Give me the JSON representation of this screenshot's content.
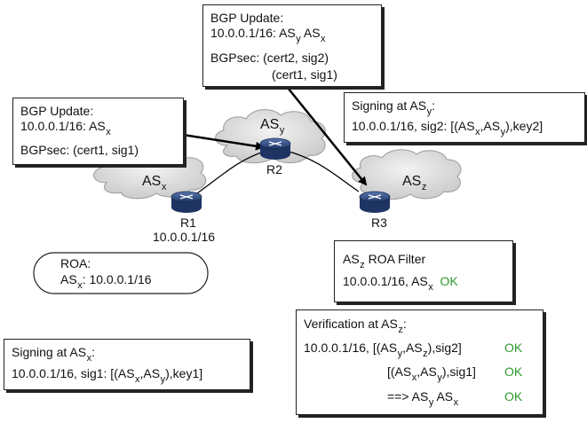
{
  "nodes": {
    "r1": {
      "as": "AS",
      "as_sub": "x",
      "router": "R1",
      "prefix": "10.0.0.1/16"
    },
    "r2": {
      "as": "AS",
      "as_sub": "y",
      "router": "R2"
    },
    "r3": {
      "as": "AS",
      "as_sub": "z",
      "router": "R3"
    }
  },
  "bgp_update_top": {
    "title": "BGP Update:",
    "route_prefix": "10.0.0.1/16: AS",
    "route_sub1": "y",
    "route_mid": " AS",
    "route_sub2": "x",
    "bgpsec_line1": "BGPsec: (cert2, sig2)",
    "bgpsec_line2": "(cert1, sig1)"
  },
  "bgp_update_left": {
    "title": "BGP Update:",
    "route_prefix": "10.0.0.1/16: AS",
    "route_sub": "x",
    "bgpsec": "BGPsec: (cert1, sig1)"
  },
  "signing_y": {
    "title_prefix": "Signing at AS",
    "title_sub": "y",
    "title_suffix": ":",
    "l_a": "10.0.0.1/16, sig2: [(AS",
    "l_s1": "x",
    "l_b": ",AS",
    "l_s2": "y",
    "l_c": "),key2]"
  },
  "roa": {
    "title": "ROA:",
    "entry_prefix": "AS",
    "entry_sub": "x",
    "entry_value": ":  10.0.0.1/16"
  },
  "roa_filter": {
    "title_prefix": "AS",
    "title_sub": "z",
    "title_suffix": " ROA Filter",
    "entry_a": "10.0.0.1/16, AS",
    "entry_sub": "x",
    "status": "OK"
  },
  "signing_x": {
    "title_prefix": "Signing at AS",
    "title_sub": "x",
    "title_suffix": ":",
    "l_a": "10.0.0.1/16, sig1: [(AS",
    "l_s1": "x",
    "l_b": ",AS",
    "l_s2": "y",
    "l_c": "),key1]"
  },
  "verification": {
    "title_prefix": "Verification at AS",
    "title_sub": "z",
    "title_suffix": ":",
    "r1_a": "10.0.0.1/16, [(AS",
    "r1_s1": "y",
    "r1_b": ",AS",
    "r1_s2": "z",
    "r1_c": "),sig2]",
    "r1_ok": "OK",
    "r2_a": "[(AS",
    "r2_s1": "x",
    "r2_b": ",AS",
    "r2_s2": "y",
    "r2_c": "),sig1]",
    "r2_ok": "OK",
    "r3_a": "==> AS",
    "r3_s1": "y",
    "r3_b": " AS",
    "r3_s2": "x",
    "r3_ok": "OK"
  },
  "colors": {
    "ok": "#2e9a2e",
    "router_body": "#2f4f86",
    "cloud_fill": "#dcdcdc"
  }
}
